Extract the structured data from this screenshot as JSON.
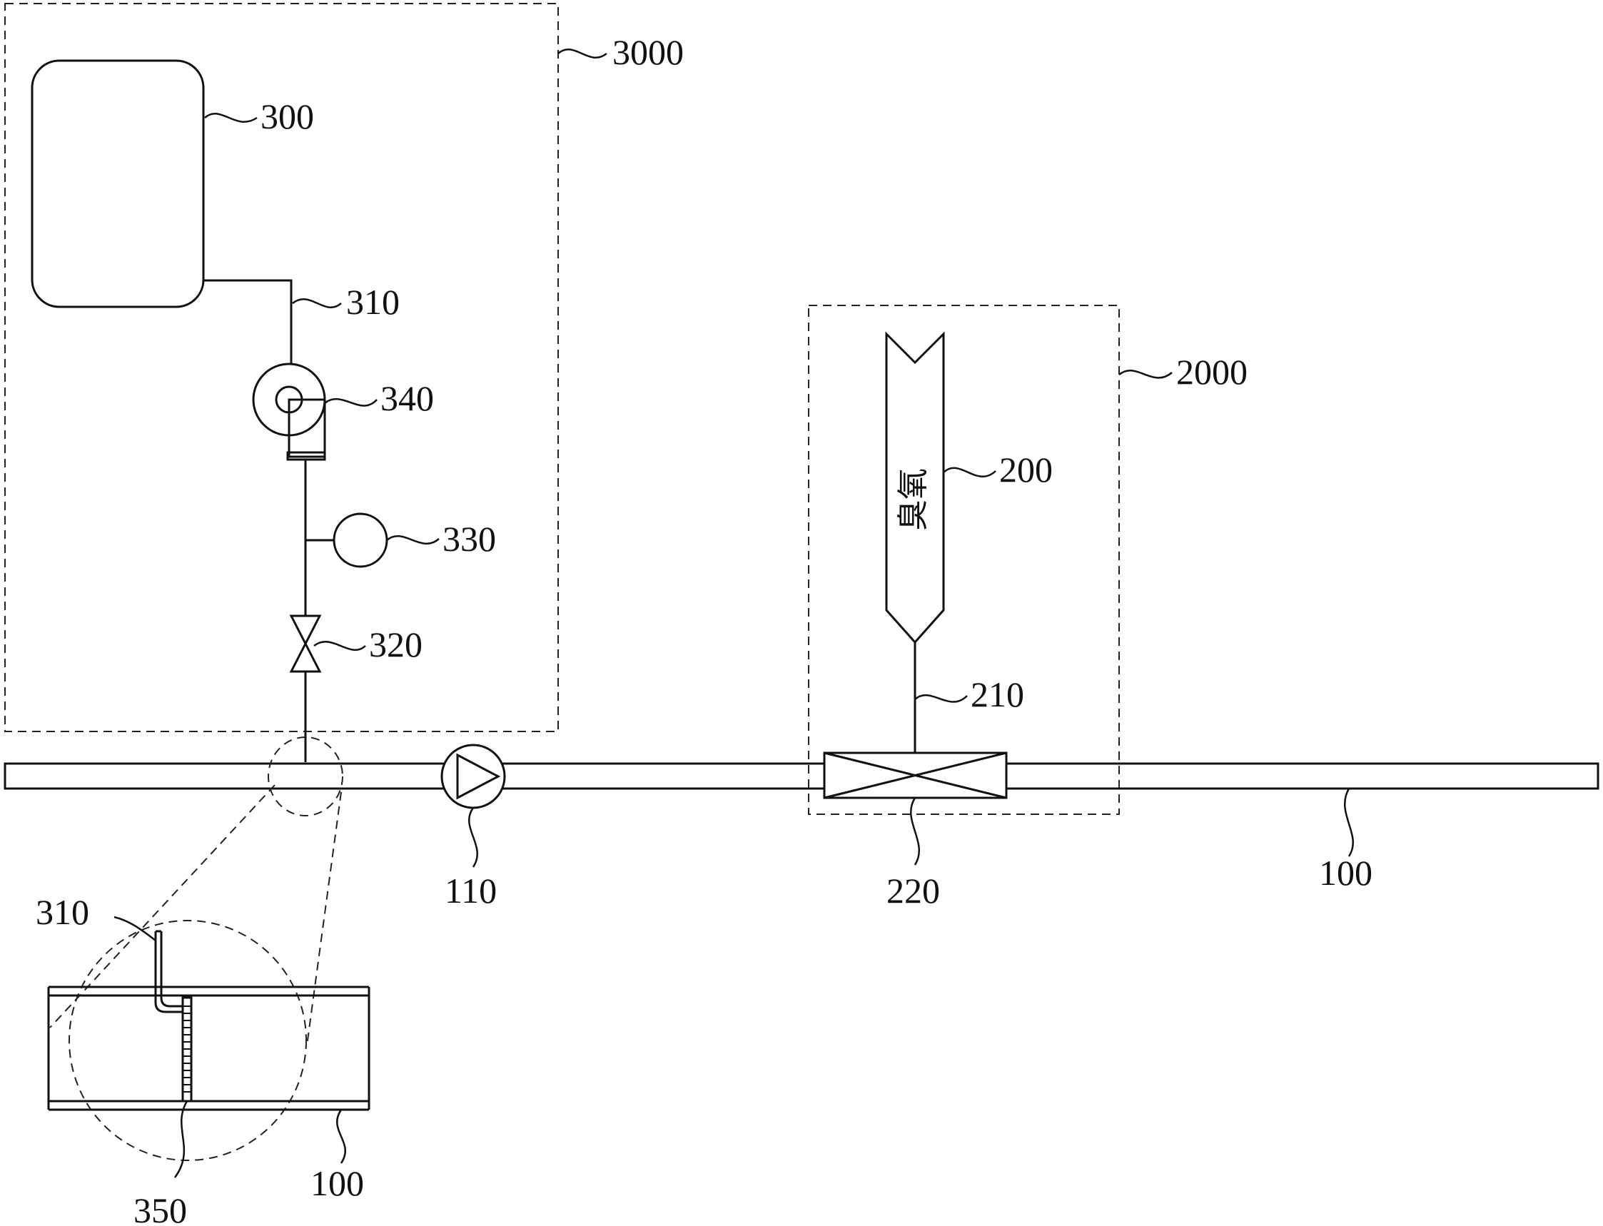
{
  "diagram": {
    "refs": {
      "dosing_unit": "3000",
      "tank": "300",
      "line_310": "310",
      "pump_340": "340",
      "meter_330": "330",
      "valve_320": "320",
      "ozone_unit": "2000",
      "ozone_generator": "200",
      "ozone_line": "210",
      "mixer": "220",
      "pump_110": "110",
      "pipe": "100",
      "detail_line": "310",
      "nozzle": "350",
      "detail_pipe": "100"
    },
    "ozone_text": "臭氧"
  },
  "colors": {
    "line": "#111111",
    "background": "#ffffff"
  }
}
